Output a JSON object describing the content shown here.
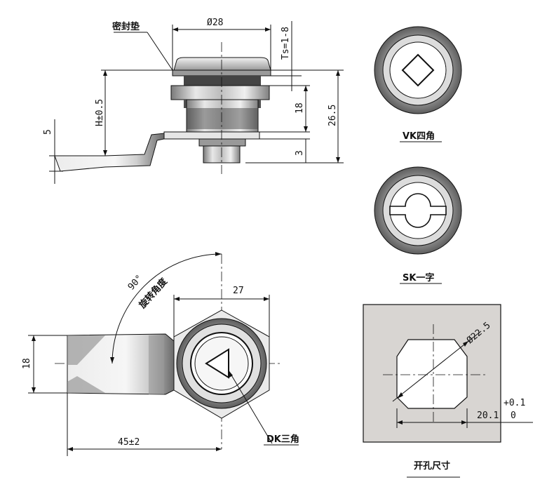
{
  "labels": {
    "seal_gasket": "密封垫",
    "vk_square": "VK四角",
    "sk_slot": "SK一字",
    "dk_triangle": "DK三角",
    "cutout_size": "开孔尺寸",
    "rotation_deg": "90°",
    "rotation_text": "旋转角度"
  },
  "dimensions": {
    "dia28": "Ø28",
    "ts": "Ts=1-8",
    "h": "H±0.5",
    "d5": "5",
    "d18_side": "18",
    "d26_5": "26.5",
    "d3": "3",
    "d27": "27",
    "d18_front": "18",
    "d45": "45±2",
    "dia22_5": "Ø22.5",
    "d20_1": "20.1",
    "tol_upper": "+0.1",
    "tol_lower": "0"
  },
  "colors": {
    "line": "#111111",
    "body_gray": "#c8c8c8",
    "dark_gray": "#8a8a8a",
    "plate_fill": "#d8d5d2"
  }
}
